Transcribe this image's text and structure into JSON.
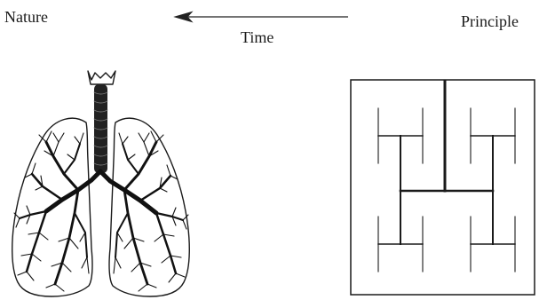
{
  "labels": {
    "nature": "Nature",
    "principle": "Principle",
    "time": "Time"
  },
  "arrow": {
    "direction": "right-to-left",
    "color": "#222222"
  },
  "figures": {
    "left": {
      "name": "lungs",
      "depicts": "human lungs with branching bronchial tree"
    },
    "right": {
      "name": "h-tree",
      "depicts": "H-tree fractal branching pattern inside a square frame"
    }
  },
  "colors": {
    "ink": "#1a1a1a",
    "background": "#ffffff"
  }
}
